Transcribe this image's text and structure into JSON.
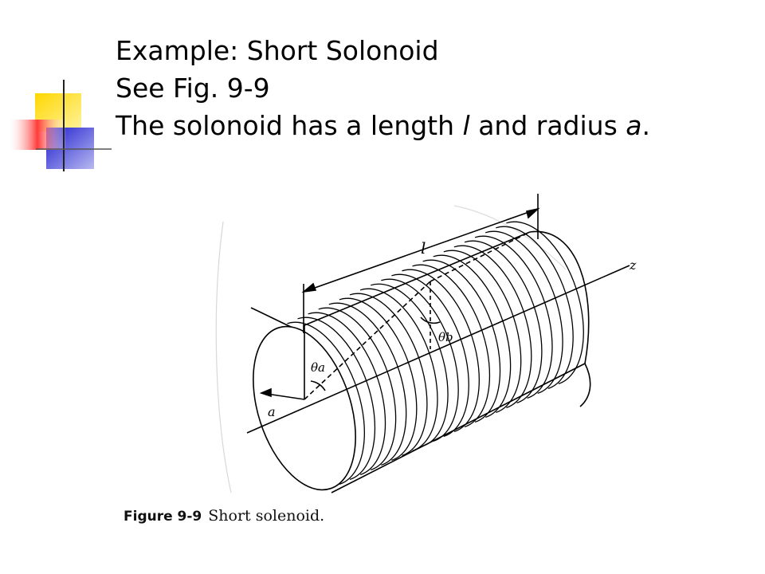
{
  "slide": {
    "line1": "Example: Short Solonoid",
    "line2": "See Fig. 9-9",
    "line3_pre": "The solonoid has a length ",
    "line3_var_l": "l",
    "line3_mid": " and radius ",
    "line3_var_a": "a",
    "line3_end": "."
  },
  "figure": {
    "label_length": "l",
    "label_axis": "z",
    "label_radius": "a",
    "label_theta_a": "θa",
    "label_theta_b": "θb",
    "caption_number": "Figure 9-9",
    "caption_text": "Short solenoid."
  },
  "colors": {
    "deco_yellow": "#ffd700",
    "deco_red": "#ff4d4d",
    "deco_blue": "#2e2ecc"
  }
}
